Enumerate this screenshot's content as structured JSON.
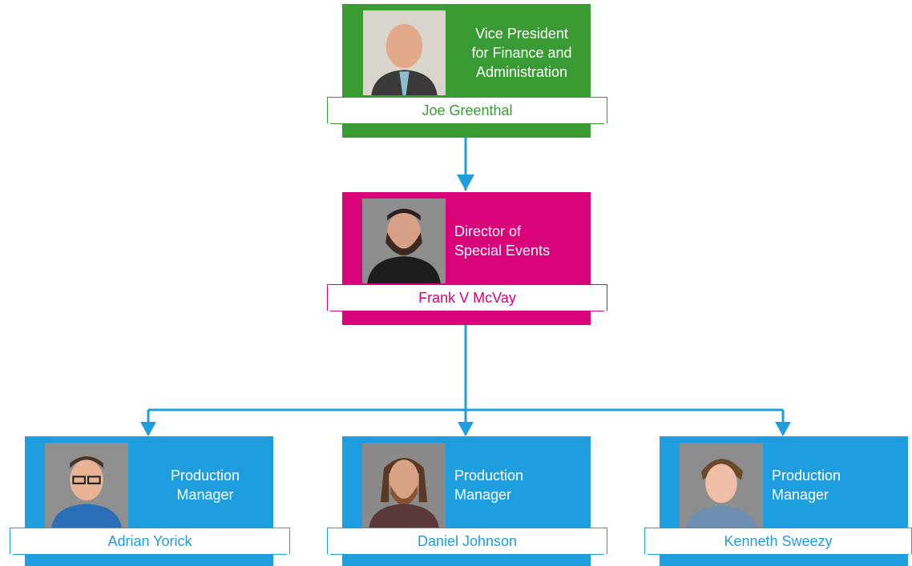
{
  "nodes": {
    "vp": {
      "title_lines": [
        "Vice President",
        "for Finance and",
        "Administration"
      ],
      "name": "Joe Greenthal",
      "color": "#3a9b35"
    },
    "director": {
      "title_lines": [
        "Director of",
        "Special Events"
      ],
      "name": "Frank V McVay",
      "color": "#d9037a"
    },
    "pm1": {
      "title_lines": [
        "Production",
        "Manager"
      ],
      "name": "Adrian Yorick",
      "color": "#1e9ddf"
    },
    "pm2": {
      "title_lines": [
        "Production",
        "Manager"
      ],
      "name": "Daniel Johnson",
      "color": "#1e9ddf"
    },
    "pm3": {
      "title_lines": [
        "Production",
        "Manager"
      ],
      "name": "Kenneth Sweezy",
      "color": "#1e9ddf"
    }
  },
  "connector_color": "#1e9ddf",
  "photo_icon": "person-photo"
}
